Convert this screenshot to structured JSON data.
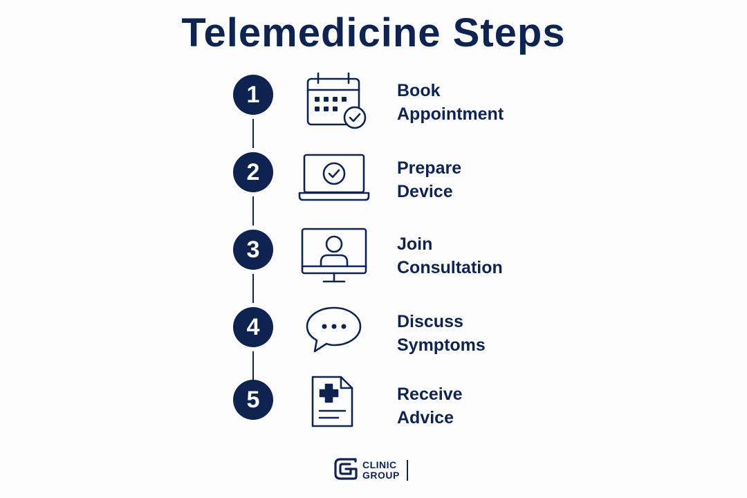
{
  "title": "Telemedicine Steps",
  "steps": [
    {
      "number": "1",
      "line1": "Book",
      "line2": "Appointment",
      "icon": "calendar-check-icon"
    },
    {
      "number": "2",
      "line1": "Prepare",
      "line2": "Device",
      "icon": "laptop-check-icon"
    },
    {
      "number": "3",
      "line1": "Join",
      "line2": "Consultation",
      "icon": "video-monitor-icon"
    },
    {
      "number": "4",
      "line1": "Discuss",
      "line2": "Symptoms",
      "icon": "chat-bubble-icon"
    },
    {
      "number": "5",
      "line1": "Receive",
      "line2": "Advice",
      "icon": "medical-report-icon"
    }
  ],
  "logo": {
    "line1": "CLINIC",
    "line2": "GROUP",
    "icon": "clinic-group-logo-icon"
  },
  "colors": {
    "primary": "#0f2350",
    "background": "#fdfdfd"
  }
}
